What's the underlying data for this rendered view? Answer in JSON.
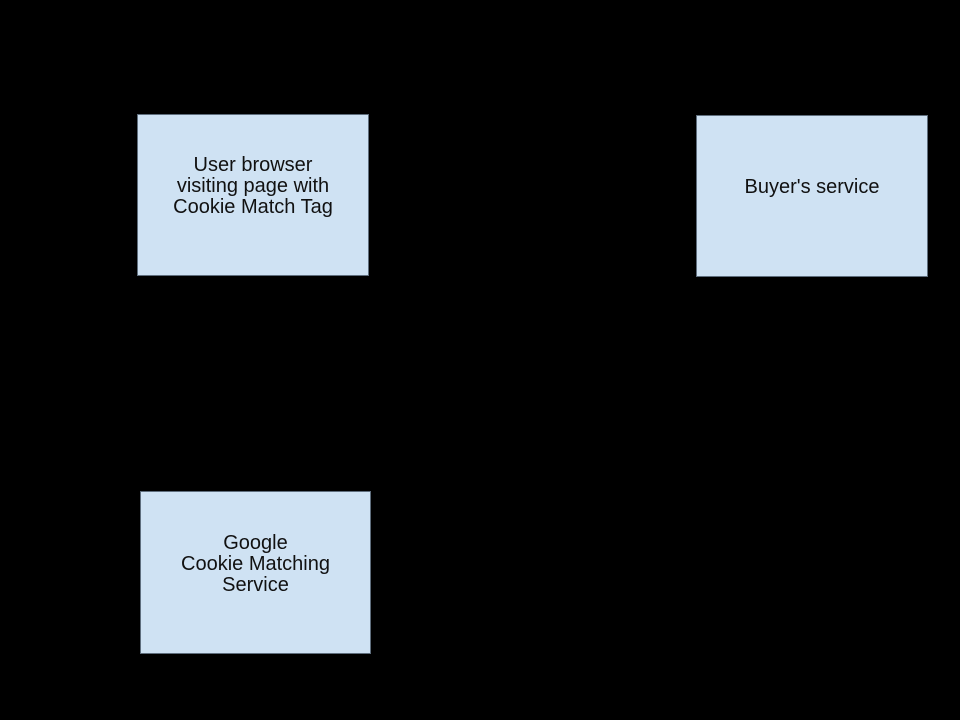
{
  "colors": {
    "background": "#000000",
    "node_fill": "#cfe2f3",
    "node_border": "#5f6e7d",
    "node_text": "#111111"
  },
  "diagram": {
    "type": "flow-diagram",
    "nodes": [
      {
        "id": "user-browser",
        "lines": [
          "User browser",
          "visiting page with",
          "Cookie Match Tag"
        ]
      },
      {
        "id": "buyers-service",
        "lines": [
          "Buyer's service"
        ]
      },
      {
        "id": "google-cookie-matching-service",
        "lines": [
          "Google",
          "Cookie Matching",
          "Service"
        ]
      }
    ]
  }
}
